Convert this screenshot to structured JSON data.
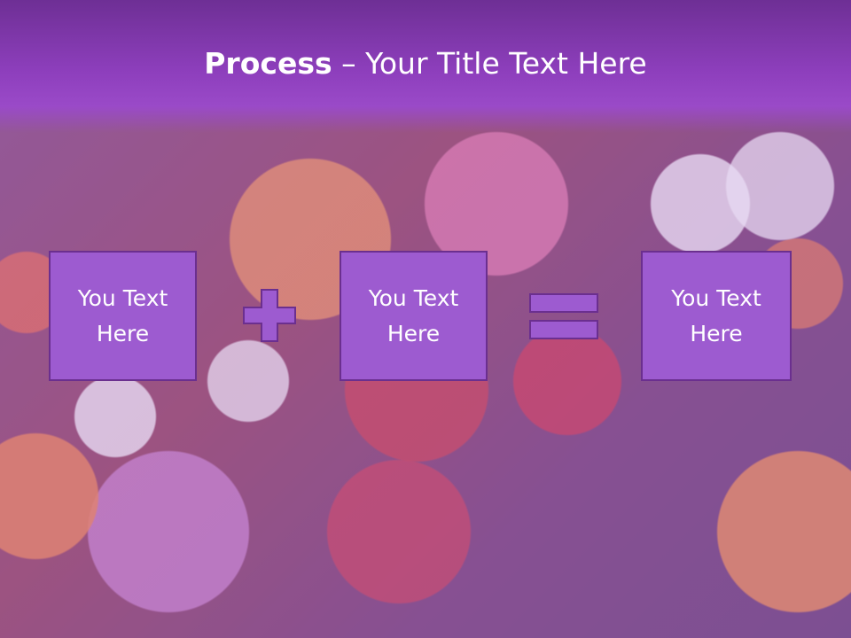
{
  "slide": {
    "title_bold": "Process",
    "title_rest": " – Your Title Text Here",
    "box1": {
      "text": "You Text\nHere"
    },
    "box2": {
      "text": "You Text\nHere"
    },
    "box3": {
      "text": "You Text\nHere"
    },
    "operator1": {
      "icon": "plus-icon"
    },
    "operator2": {
      "icon": "equals-icon"
    }
  },
  "colors": {
    "title_bar": "#8e3fbd",
    "box_fill": "#9d5bd0",
    "box_border": "#6b2f8f"
  }
}
